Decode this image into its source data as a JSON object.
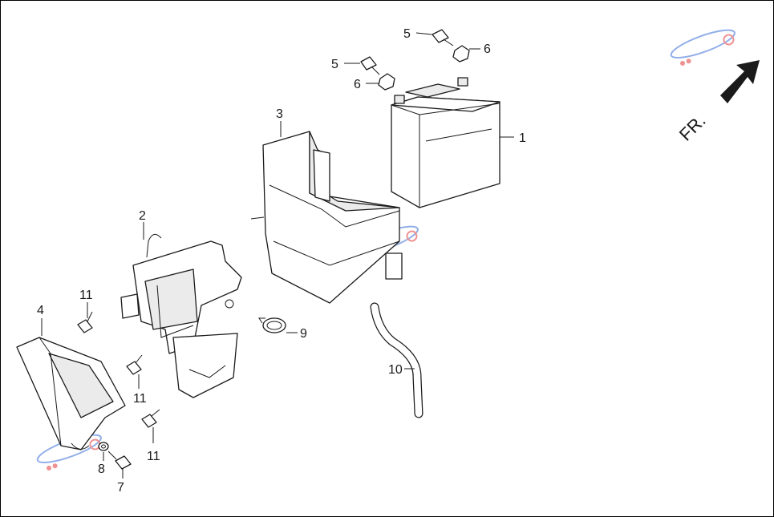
{
  "callouts": {
    "battery": "1",
    "battery_bracket": "2",
    "battery_box": "3",
    "side_cover": "4",
    "bolt_top_a": "5",
    "bolt_top_b": "5",
    "nut_top_a": "6",
    "nut_top_b": "6",
    "bolt_lower": "7",
    "washer": "8",
    "hose_clamp": "9",
    "breather_hose": "10",
    "bolt_11_a": "11",
    "bolt_11_b": "11",
    "bolt_11_c": "11"
  },
  "direction": {
    "label": "FR."
  },
  "colors": {
    "line": "#1a1a1a",
    "watermark_red": "#e23a3a",
    "watermark_blue": "#3a6fd8"
  },
  "icons": [
    "front-direction-arrow-icon",
    "watermark-logo-icon"
  ]
}
